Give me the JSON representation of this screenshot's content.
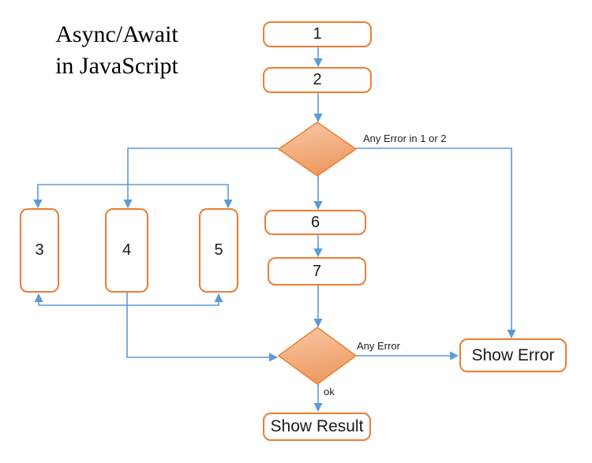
{
  "title": {
    "line1": "Async/Await",
    "line2": "in JavaScript"
  },
  "nodes": {
    "step1": {
      "label": "1"
    },
    "step2": {
      "label": "2"
    },
    "step3": {
      "label": "3"
    },
    "step4": {
      "label": "4"
    },
    "step5": {
      "label": "5"
    },
    "step6": {
      "label": "6"
    },
    "step7": {
      "label": "7"
    },
    "show_error": {
      "label": "Show Error"
    },
    "show_result": {
      "label": "Show Result"
    }
  },
  "edge_labels": {
    "any_error_1_2": "Any Error in 1 or 2",
    "any_error": "Any Error",
    "ok": "ok"
  },
  "colors": {
    "connector": "#5B9BD5",
    "node_border": "#ED7D31",
    "diamond_light": "#F8C8A8",
    "diamond_dark": "#EE9B62",
    "label_text": "#1F1F1F"
  }
}
